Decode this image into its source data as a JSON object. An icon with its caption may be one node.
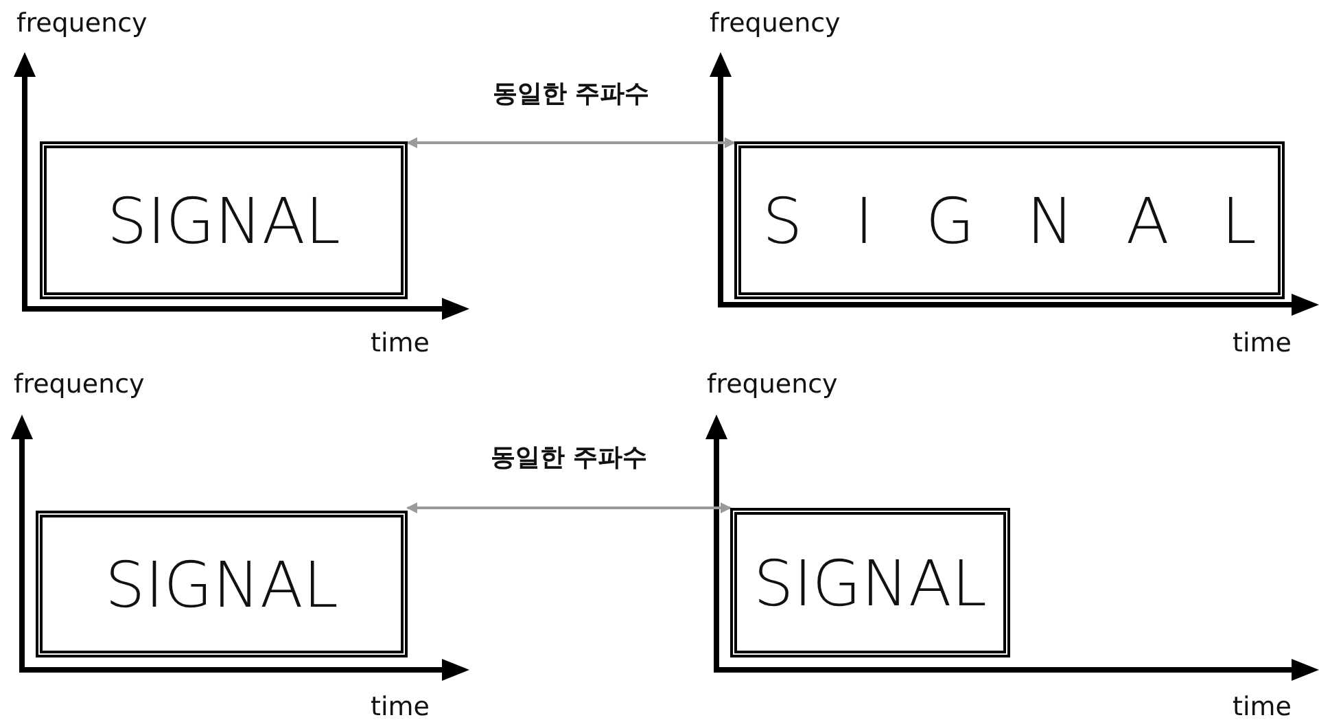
{
  "diagram": {
    "nodes": [
      {
        "text": [
          "SIGNAL"
        ]
      },
      {
        "text": [
          "SIGNAL"
        ]
      },
      {
        "text": [
          "SIGNAL"
        ]
      },
      {
        "text": [
          "SIGNAL"
        ]
      }
    ],
    "edges": [
      {
        "from": 0,
        "to": 1,
        "arrow": "both",
        "label": "동일한 주파수"
      },
      {
        "from": 2,
        "to": 3,
        "arrow": "both",
        "label": "동일한 주파수"
      }
    ],
    "labels": [
      "frequency",
      "frequency",
      "time",
      "time",
      "frequency",
      "frequency",
      "time",
      "time"
    ]
  }
}
